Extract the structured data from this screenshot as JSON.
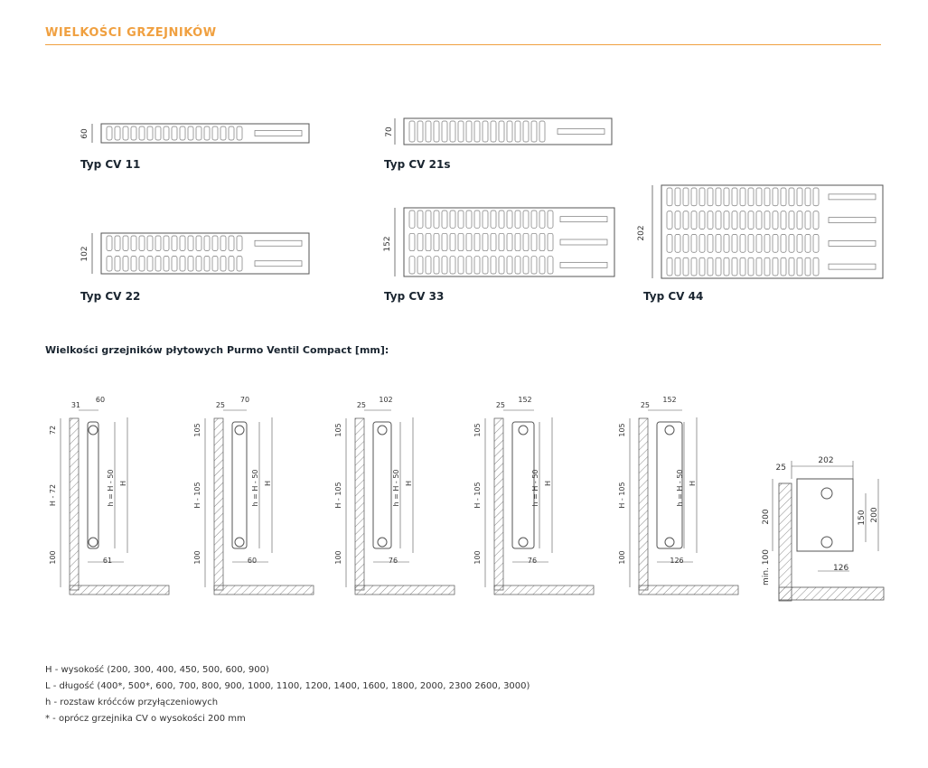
{
  "header": {
    "title": "WIELKOŚCI GRZEJNIKÓW",
    "accent": "#f0a040"
  },
  "types": [
    {
      "label": "Typ CV 11",
      "dim": "60"
    },
    {
      "label": "Typ CV 21s",
      "dim": "70"
    },
    {
      "label": "Typ CV 22",
      "dim": "102"
    },
    {
      "label": "Typ CV 33",
      "dim": "152"
    },
    {
      "label": "Typ CV 44",
      "dim": "202"
    }
  ],
  "section_heading": "Wielkości grzejników płytowych Purmo Ventil Compact [mm]:",
  "details": [
    {
      "left": "31",
      "top": "60",
      "upper": "72",
      "h_minus": "H - 72",
      "h_formula": "h = H - 50",
      "h": "H",
      "floor": "100",
      "bottom": "61"
    },
    {
      "left": "25",
      "top": "70",
      "upper": "105",
      "h_minus": "H - 105",
      "h_formula": "h = H - 50",
      "h": "H",
      "floor": "100",
      "bottom": "60"
    },
    {
      "left": "25",
      "top": "102",
      "upper": "105",
      "h_minus": "H - 105",
      "h_formula": "h = H - 50",
      "h": "H",
      "floor": "100",
      "bottom": "76"
    },
    {
      "left": "25",
      "top": "152",
      "upper": "105",
      "h_minus": "H - 105",
      "h_formula": "h = H - 50",
      "h": "H",
      "floor": "100",
      "bottom": "76"
    },
    {
      "left": "25",
      "top": "152",
      "upper": "105",
      "h_minus": "H - 105",
      "h_formula": "h = H - 50",
      "h": "H",
      "floor": "100",
      "bottom": "126"
    }
  ],
  "special": {
    "left": "25",
    "top": "202",
    "left_h": "200",
    "floor": "min. 100",
    "inner": "150",
    "outer": "200",
    "bottom": "126"
  },
  "legend": [
    "H - wysokość (200, 300, 400, 450, 500, 600, 900)",
    "L - długość (400*, 500*, 600, 700, 800, 900, 1000, 1100, 1200, 1400, 1600, 1800, 2000, 2300 2600, 3000)",
    "h - rozstaw króćców przyłączeniowych",
    "* - oprócz grzejnika CV o wysokości 200 mm"
  ]
}
